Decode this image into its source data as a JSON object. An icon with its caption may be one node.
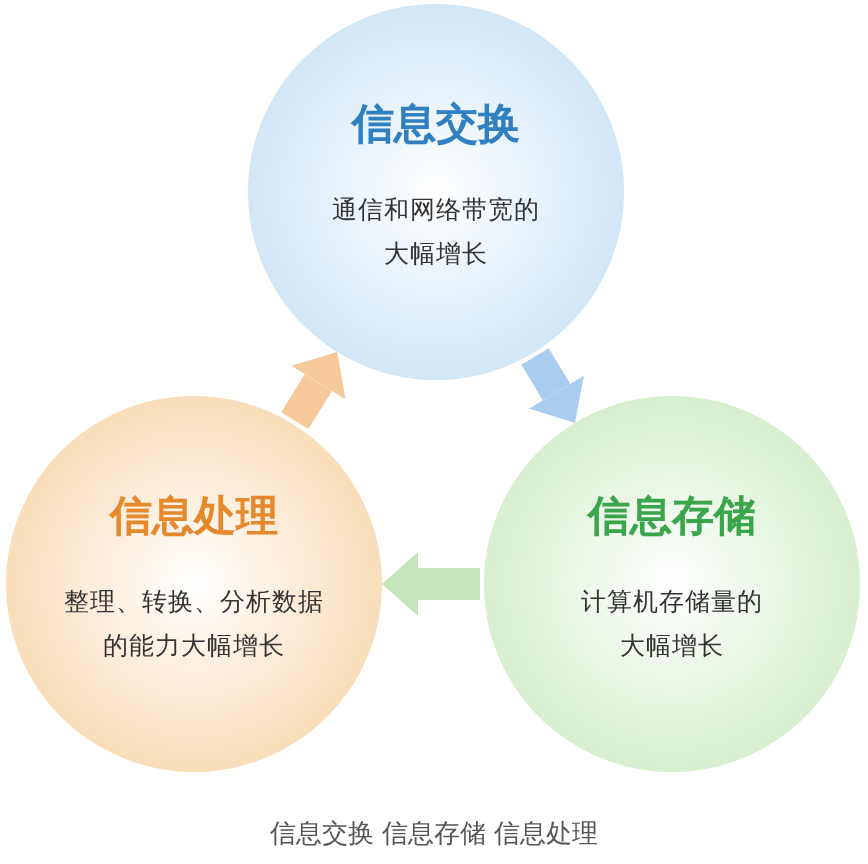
{
  "diagram": {
    "caption": "信息交换 信息存储 信息处理",
    "nodes": [
      {
        "text": [
          "信息交换",
          "通信和网络带宽的大幅增长"
        ]
      },
      {
        "text": [
          "信息处理",
          "整理、转换、分析数据的能力大幅增长"
        ]
      },
      {
        "text": [
          "信息存储",
          "计算机存储量的大幅增长"
        ]
      }
    ],
    "edges": [
      {
        "from": 0,
        "to": 2,
        "arrow": "to",
        "color": "#a9cdee"
      },
      {
        "from": 2,
        "to": 1,
        "arrow": "to",
        "color": "#c3e6bb"
      },
      {
        "from": 1,
        "to": 0,
        "arrow": "to",
        "color": "#f6c99a"
      }
    ]
  }
}
